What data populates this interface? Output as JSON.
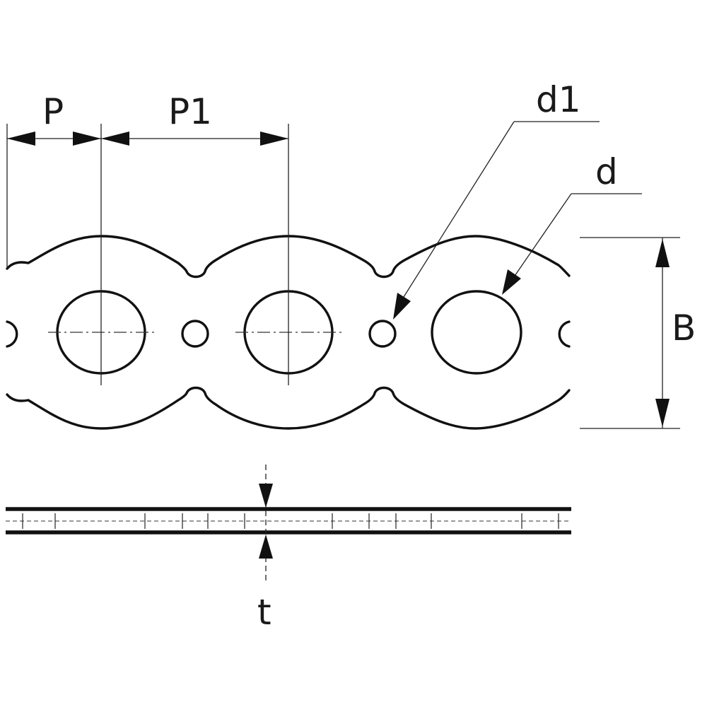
{
  "labels": {
    "pitch": "P",
    "pitch_large": "P1",
    "small_hole_diameter": "d1",
    "large_hole_diameter": "d",
    "width": "B",
    "thickness": "t"
  }
}
